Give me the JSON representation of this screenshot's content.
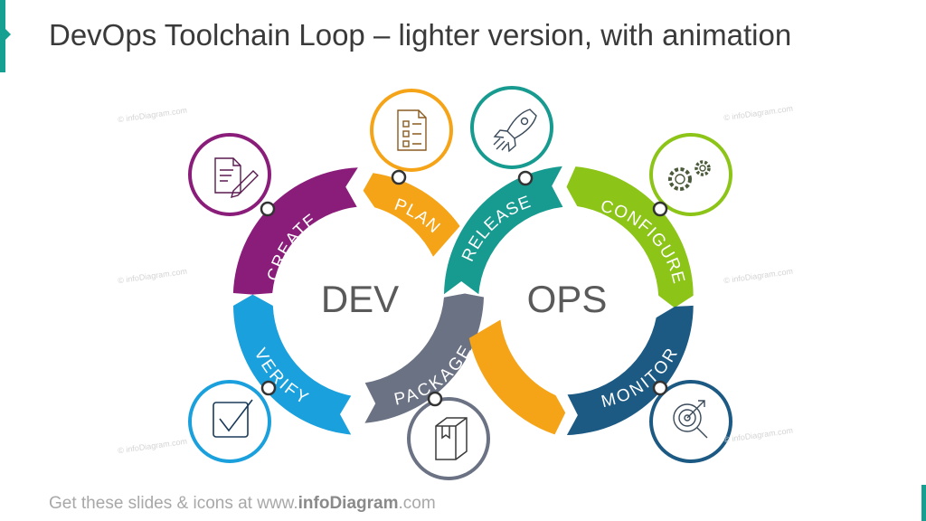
{
  "title": "DevOps Toolchain Loop – lighter version, with animation",
  "footer": {
    "prefix": "Get these slides & icons at www.",
    "brand": "infoDiagram",
    "suffix": ".com"
  },
  "watermark": "© infoDiagram.com",
  "loops": {
    "left": "DEV",
    "right": "OPS"
  },
  "stages": [
    {
      "key": "create",
      "label": "CREATE",
      "color": "#8a1d7a",
      "icon": "document-pen-icon"
    },
    {
      "key": "plan",
      "label": "PLAN",
      "color": "#f5a418",
      "icon": "checklist-icon"
    },
    {
      "key": "release",
      "label": "RELEASE",
      "color": "#179a8f",
      "icon": "rocket-icon"
    },
    {
      "key": "configure",
      "label": "CONFIGURE",
      "color": "#8cc418",
      "icon": "gears-icon"
    },
    {
      "key": "monitor",
      "label": "MONITOR",
      "color": "#1c5a84",
      "icon": "target-search-icon"
    },
    {
      "key": "verify",
      "label": "VERIFY",
      "color": "#1aa0dc",
      "icon": "checkbox-icon"
    },
    {
      "key": "package",
      "label": "PACKAGE",
      "color": "#6a7284",
      "icon": "box-icon"
    }
  ],
  "colors": {
    "text_dark": "#5a5a5a",
    "accent": "#16a092",
    "orange_lower": "#f5a418"
  }
}
